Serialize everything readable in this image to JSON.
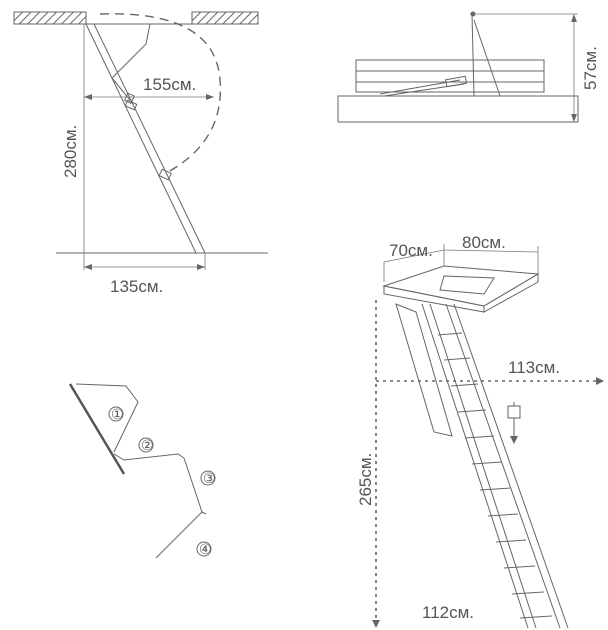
{
  "side_view": {
    "swing_width": "155см.",
    "height": "280см.",
    "depth": "135см."
  },
  "hatch_view": {
    "height": "57см."
  },
  "folding_detail": {
    "markers": [
      "①",
      "②",
      "③",
      "④"
    ]
  },
  "perspective_view": {
    "frame_width": "70см.",
    "frame_length": "80см.",
    "reach": "113см.",
    "height": "265см.",
    "footprint": "112см."
  },
  "colors": {
    "line": "#666666",
    "text": "#555555",
    "background": "#ffffff"
  }
}
